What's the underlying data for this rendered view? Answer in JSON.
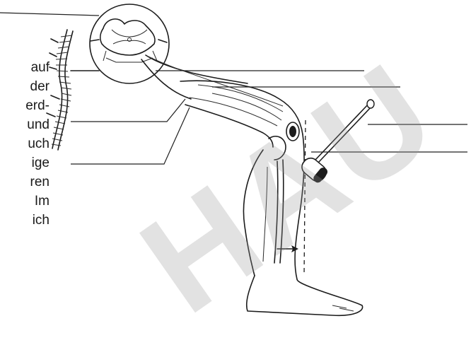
{
  "text_fragments": [
    "auf",
    "der",
    "erd-",
    "und",
    "uch",
    "ige",
    "ren",
    "Im",
    "ich"
  ],
  "watermark": "HAU"
}
